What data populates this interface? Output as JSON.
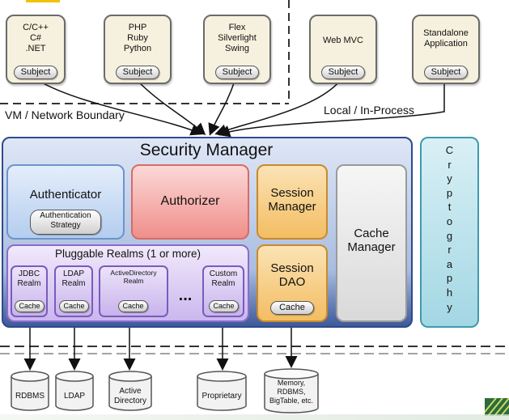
{
  "clients": [
    {
      "id": "c1",
      "label": "C/C++\nC#\n.NET",
      "badge": "Subject"
    },
    {
      "id": "c2",
      "label": "PHP\nRuby\nPython",
      "badge": "Subject"
    },
    {
      "id": "c3",
      "label": "Flex\nSilverlight\nSwing",
      "badge": "Subject"
    },
    {
      "id": "c4",
      "label": "Web MVC",
      "badge": "Subject"
    },
    {
      "id": "c5",
      "label": "Standalone\nApplication",
      "badge": "Subject"
    }
  ],
  "boundaries": {
    "network": "VM / Network Boundary",
    "local": "Local / In-Process"
  },
  "security_manager": {
    "title": "Security Manager",
    "authenticator": {
      "title": "Authenticator",
      "strategy": "Authentication\nStrategy"
    },
    "authorizer": {
      "title": "Authorizer"
    },
    "session_manager": {
      "title": "Session\nManager"
    },
    "session_dao": {
      "title": "Session\nDAO",
      "cache": "Cache"
    },
    "cache_manager": {
      "title": "Cache\nManager"
    },
    "realms": {
      "title": "Pluggable Realms (1 or more)",
      "items": [
        {
          "label": "JDBC\nRealm",
          "cache": "Cache"
        },
        {
          "label": "LDAP\nRealm",
          "cache": "Cache"
        },
        {
          "label": "ActiveDirectory\nRealm",
          "cache": "Cache"
        },
        {
          "label": "Custom\nRealm",
          "cache": "Cache"
        }
      ],
      "ellipsis": "..."
    }
  },
  "cryptography": {
    "letters": [
      "C",
      "r",
      "y",
      "p",
      "t",
      "o",
      "g",
      "r",
      "a",
      "p",
      "h",
      "y"
    ]
  },
  "datastores": [
    {
      "label": "RDBMS"
    },
    {
      "label": "LDAP"
    },
    {
      "label": "Active\nDirectory"
    },
    {
      "label": "Proprietary"
    },
    {
      "label": "Memory,\nRDBMS,\nBigTable, etc."
    }
  ],
  "colors": {
    "security_manager_fill": "#c9d6ee",
    "security_manager_border": "#3d5aa8",
    "authenticator": "#c3d7f2",
    "authorizer": "#f4a9a6",
    "session": "#f7d18c",
    "cache_manager": "#ececec",
    "realms": "#d6c7f0",
    "cryptography": "#bfe4ee",
    "client_fill": "#f6f1de"
  }
}
